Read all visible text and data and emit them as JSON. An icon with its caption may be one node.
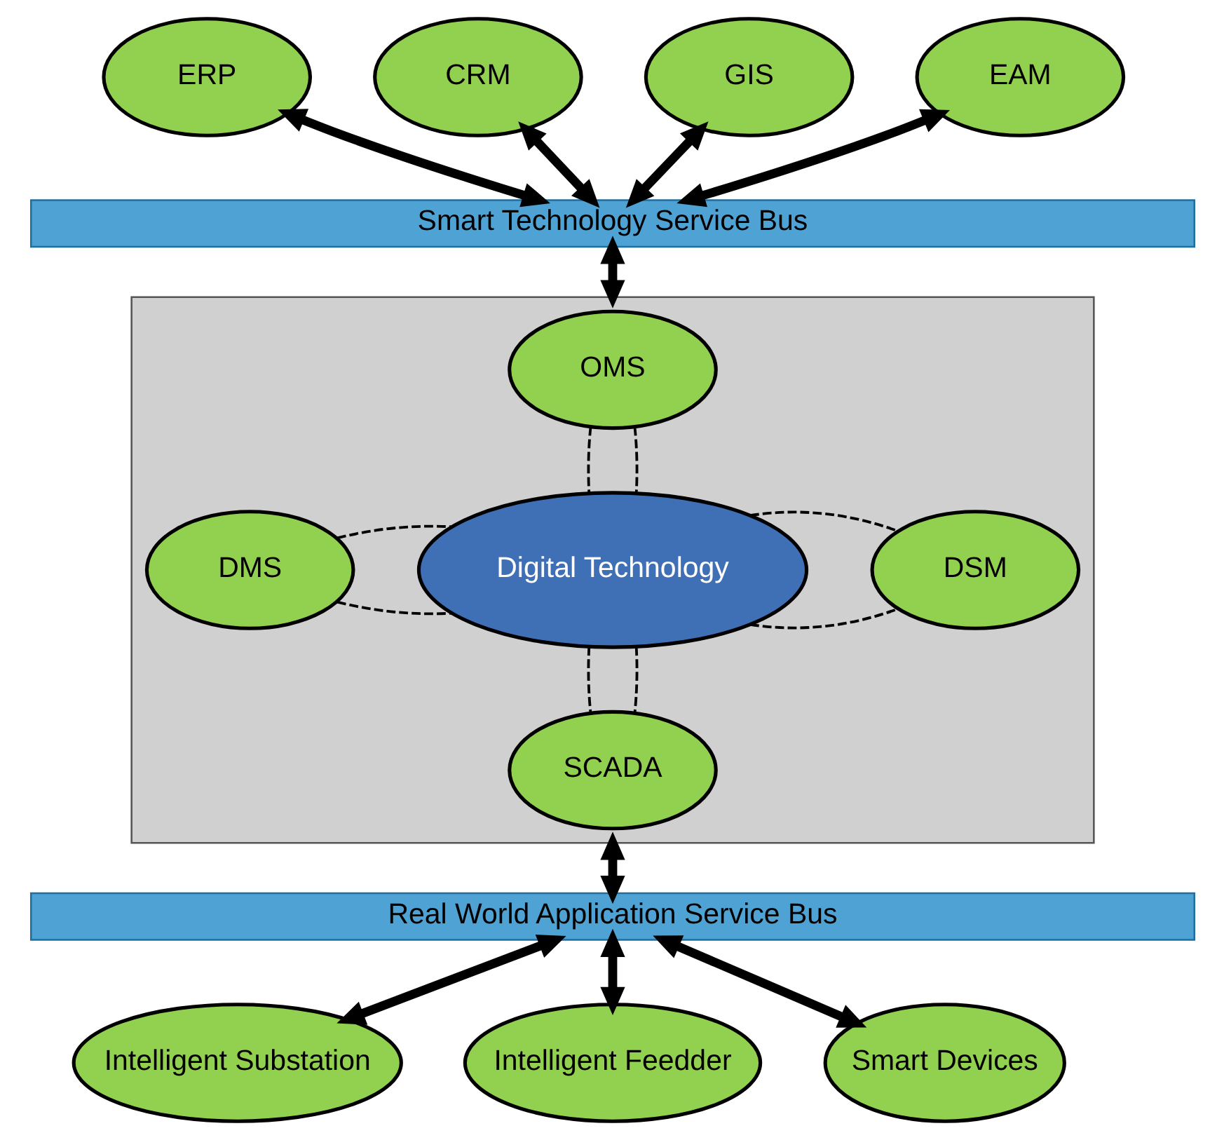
{
  "diagram": {
    "nodes": [
      {
        "text": [
          "ERP"
        ]
      },
      {
        "text": [
          "CRM"
        ]
      },
      {
        "text": [
          "GIS"
        ]
      },
      {
        "text": [
          "EAM"
        ]
      },
      {
        "text": [
          "Smart Technology Service Bus"
        ]
      },
      {
        "text": [],
        "shape": "box"
      },
      {
        "text": [
          "OMS"
        ],
        "in": 5
      },
      {
        "text": [
          "DMS"
        ],
        "in": 5
      },
      {
        "text": [
          "Digital Technology"
        ],
        "in": 5
      },
      {
        "text": [
          "DSM"
        ],
        "in": 5
      },
      {
        "text": [
          "SCADA"
        ],
        "in": 5
      },
      {
        "text": [
          "Real World Application Service Bus"
        ]
      },
      {
        "text": [
          "Intelligent Substation"
        ]
      },
      {
        "text": [
          "Intelligent Feedder"
        ]
      },
      {
        "text": [
          "Smart Devices"
        ]
      }
    ],
    "edges": [
      {
        "from": 0,
        "to": 4,
        "arrow": "both"
      },
      {
        "from": 1,
        "to": 4,
        "arrow": "both"
      },
      {
        "from": 2,
        "to": 4,
        "arrow": "both"
      },
      {
        "from": 3,
        "to": 4,
        "arrow": "both"
      },
      {
        "from": 4,
        "to": 5,
        "arrow": "both"
      },
      {
        "from": 6,
        "to": 8,
        "arrow": "none",
        "style": "dashed"
      },
      {
        "from": 6,
        "to": 8,
        "arrow": "none",
        "style": "dashed"
      },
      {
        "from": 7,
        "to": 8,
        "arrow": "none",
        "style": "dashed"
      },
      {
        "from": 7,
        "to": 8,
        "arrow": "none",
        "style": "dashed"
      },
      {
        "from": 8,
        "to": 9,
        "arrow": "none",
        "style": "dashed"
      },
      {
        "from": 8,
        "to": 9,
        "arrow": "none",
        "style": "dashed"
      },
      {
        "from": 8,
        "to": 10,
        "arrow": "none",
        "style": "dashed"
      },
      {
        "from": 8,
        "to": 10,
        "arrow": "none",
        "style": "dashed"
      },
      {
        "from": 5,
        "to": 11,
        "arrow": "both"
      },
      {
        "from": 11,
        "to": 12,
        "arrow": "both"
      },
      {
        "from": 11,
        "to": 13,
        "arrow": "both"
      },
      {
        "from": 11,
        "to": 14,
        "arrow": "both"
      }
    ]
  }
}
